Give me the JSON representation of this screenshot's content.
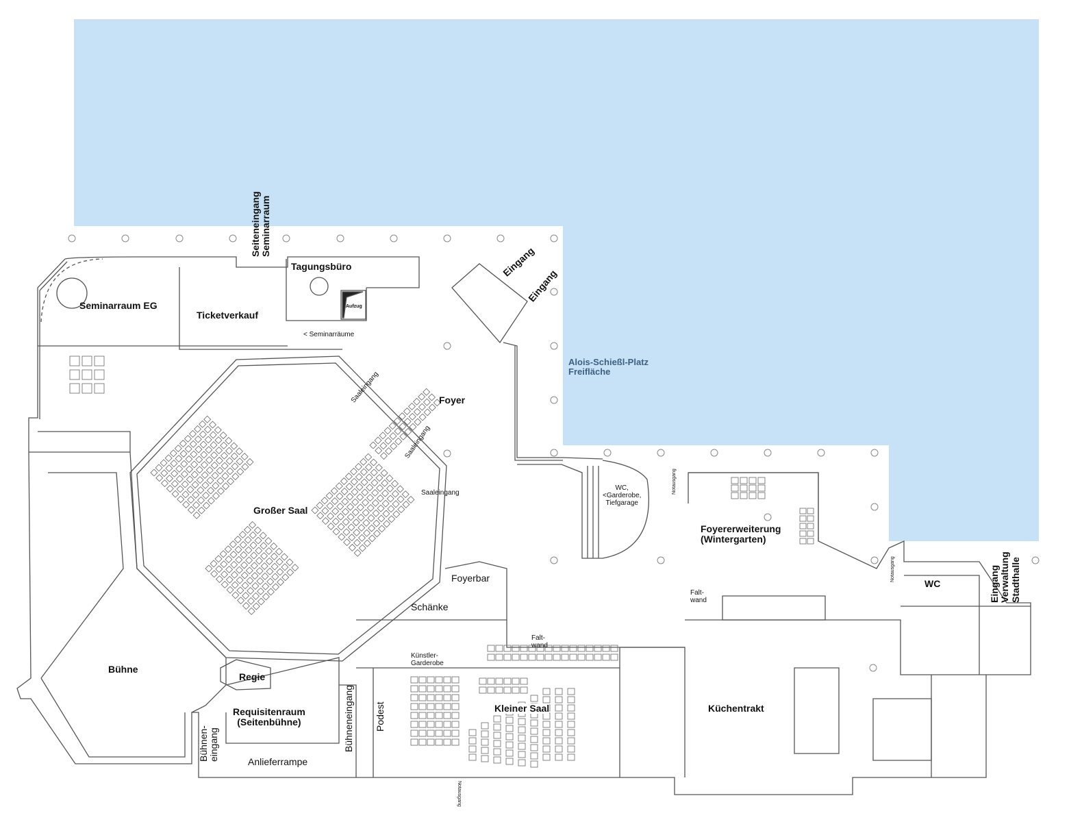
{
  "colors": {
    "open_area": "#c7e2f6",
    "walls": "#555555",
    "label_blue": "#3d5f80"
  },
  "labels": {
    "seiteneingang": "Seiteneingang",
    "seminarraum_side": "Seminarraum",
    "tagungsbuero": "Tagungsbüro",
    "eingang_1": "Eingang",
    "eingang_2": "Eingang",
    "seminarraum_eg": "Seminarraum EG",
    "ticketverkauf": "Ticketverkauf",
    "aufzug": "Aufzug",
    "seminarraeume": "<  Seminarräume",
    "platz_1": "Alois-Schießl-Platz",
    "platz_2": "Freifläche",
    "saaleingang_1": "Saaleingang",
    "saaleingang_2": "Saaleingang",
    "saaleingang_3": "Saaleingang",
    "foyer": "Foyer",
    "grosser_saal": "Großer Saal",
    "wc_garderobe_1": "WC,",
    "wc_garderobe_2": "<Garderobe,",
    "wc_garderobe_3": "Tiefgarage",
    "notausgang_1": "Notausgang",
    "notausgang_2": "Notausgang",
    "notausgang_3": "Notausgang",
    "foyererweiterung_1": "Foyererweiterung",
    "foyererweiterung_2": "(Wintergarten)",
    "wc": "WC",
    "eingang_verw_1": "Eingang",
    "eingang_verw_2": "Verwaltung",
    "eingang_verw_3": "Stadthalle",
    "foyerbar": "Foyerbar",
    "schaenke": "Schänke",
    "faltwand_1a": "Falt-",
    "faltwand_1b": "wand",
    "faltwand_2a": "Falt-",
    "faltwand_2b": "wand",
    "kuenstler_1": "Künstler-",
    "kuenstler_2": "Garderobe",
    "buehne": "Bühne",
    "regie": "Regie",
    "requisiten_1": "Requisitenraum",
    "requisiten_2": "(Seitenbühne)",
    "podest": "Podest",
    "buehneneingang": "Bühneneingang",
    "buehnen_eingang_1": "Bühnen-",
    "buehnen_eingang_2": "eingang",
    "kleiner_saal": "Kleiner Saal",
    "kuechentrakt": "Küchentrakt",
    "anlieferrampe": "Anlieferrampe"
  }
}
